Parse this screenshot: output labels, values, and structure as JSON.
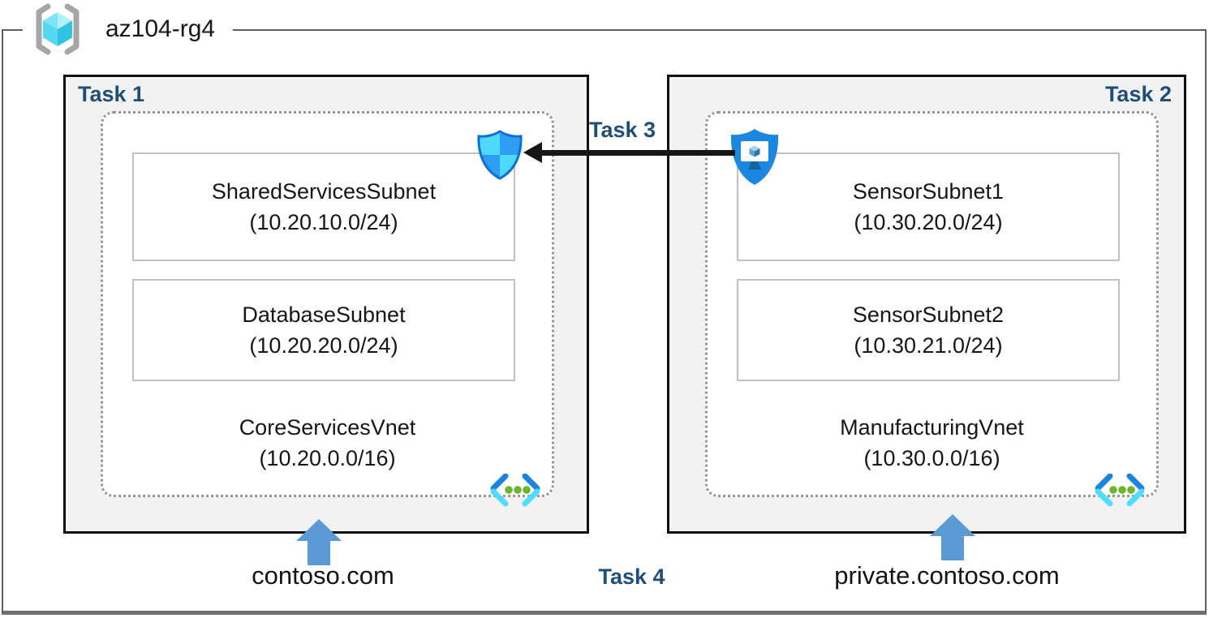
{
  "header": {
    "resource_group_name": "az104-rg4",
    "icon": "resource-group-icon"
  },
  "left_group": {
    "task_label": "Task 1",
    "vnet_name": "CoreServicesVnet",
    "vnet_cidr": "(10.20.0.0/16)",
    "subnets": [
      {
        "name": "SharedServicesSubnet",
        "cidr": "(10.20.10.0/24)"
      },
      {
        "name": "DatabaseSubnet",
        "cidr": "(10.20.20.0/24)"
      }
    ],
    "corner_icon": "nsg-shield-icon",
    "vnet_icon": "virtual-network-icon",
    "dns_zone": "contoso.com"
  },
  "right_group": {
    "task_label": "Task 2",
    "vnet_name": "ManufacturingVnet",
    "vnet_cidr": "(10.30.0.0/16)",
    "subnets": [
      {
        "name": "SensorSubnet1",
        "cidr": "(10.30.20.0/24)"
      },
      {
        "name": "SensorSubnet2",
        "cidr": "(10.30.21.0/24)"
      }
    ],
    "corner_icon": "bastion-shield-icon",
    "vnet_icon": "virtual-network-icon",
    "dns_zone": "private.contoso.com"
  },
  "peering": {
    "task_label": "Task 3"
  },
  "dns_task": {
    "task_label": "Task 4"
  },
  "colors": {
    "task_label": "#1F4E79",
    "dns_arrow": "#5B9BD5",
    "group_fill": "#F2F2F2",
    "shield_light": "#4FD9FF",
    "shield_mid": "#2E9DF2",
    "azure_blue": "#1C87E0",
    "vnet_green_dot": "#6CB52B"
  }
}
